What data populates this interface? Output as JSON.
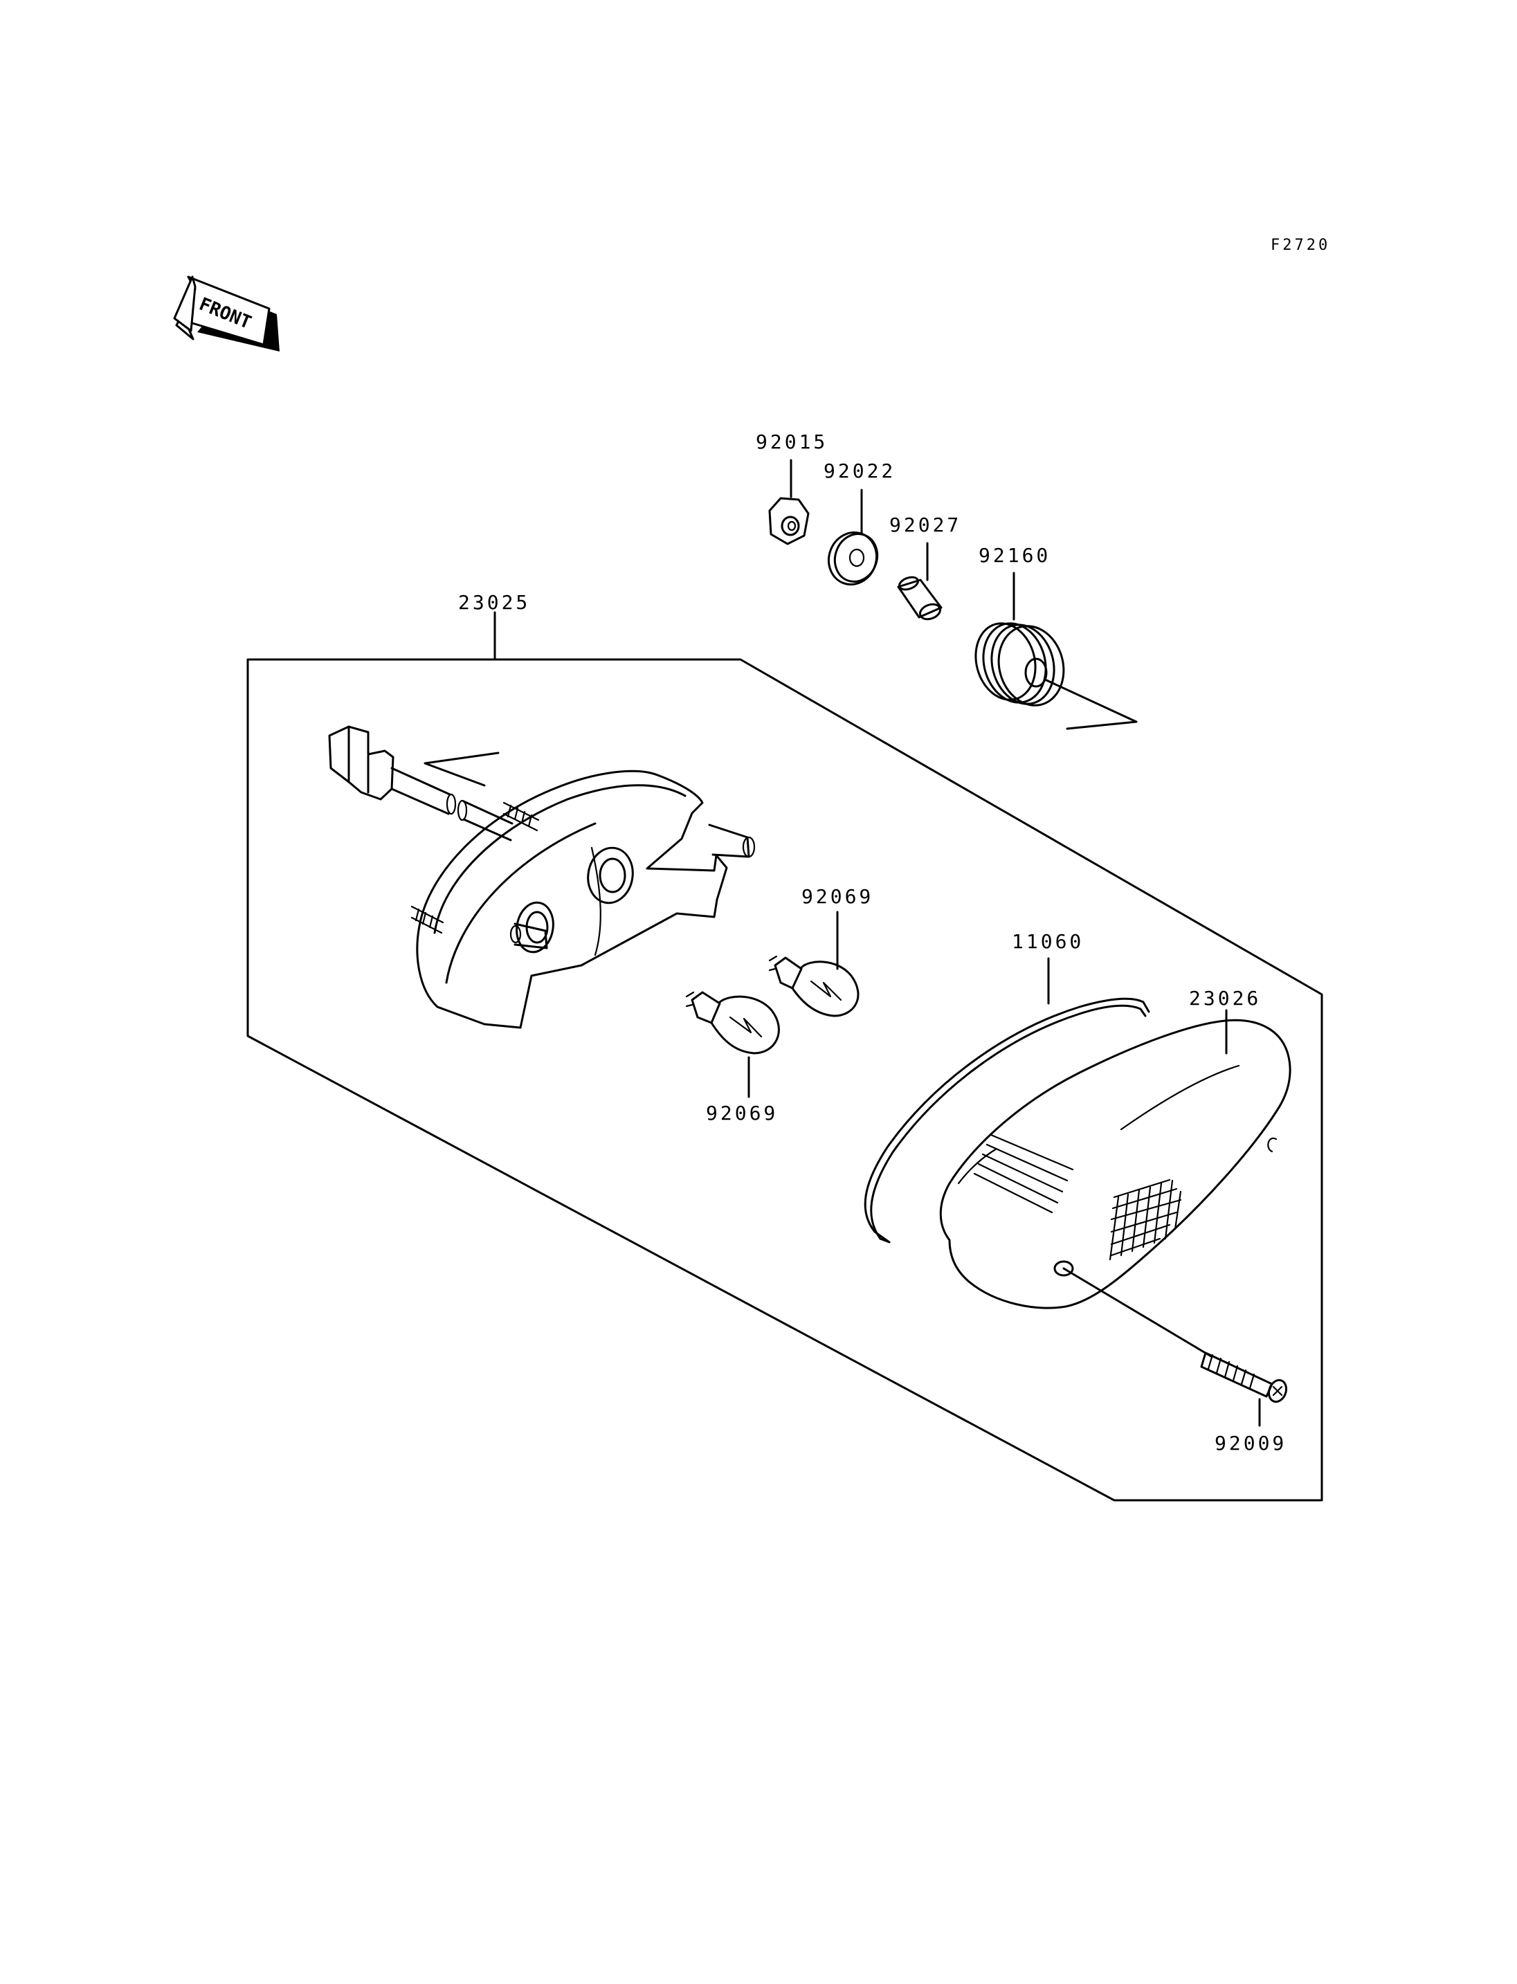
{
  "diagram_code": "F2720",
  "front_indicator": {
    "label": "FRONT",
    "icon": "front-arrow-icon"
  },
  "parts": {
    "p92015": "92015",
    "p92022": "92022",
    "p92027": "92027",
    "p92160": "92160",
    "p23025": "23025",
    "p92069_upper": "92069",
    "p92069_lower": "92069",
    "p11060": "11060",
    "p23026": "23026",
    "p92009": "92009"
  }
}
